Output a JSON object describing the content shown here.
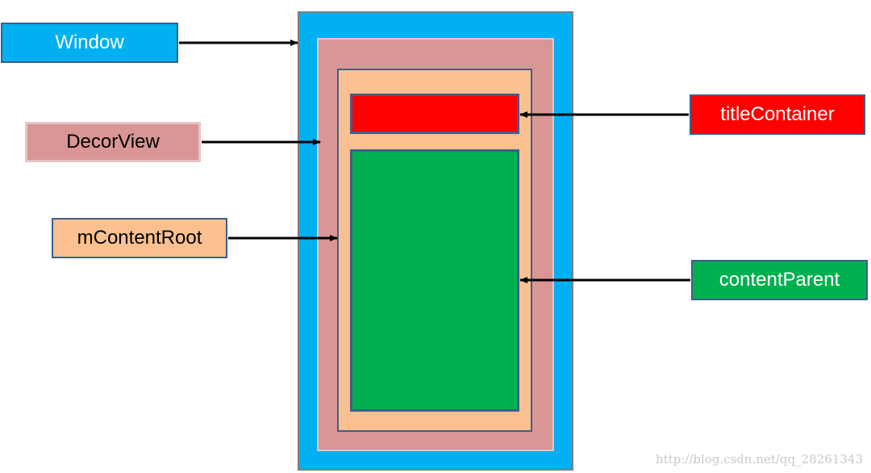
{
  "labels": {
    "window": "Window",
    "decor_view": "DecorView",
    "content_root": "mContentRoot",
    "title_container": "titleContainer",
    "content_parent": "contentParent"
  },
  "watermark": "http://blog.csdn.net/qq_28261343",
  "colors": {
    "window": "#00B0F0",
    "decor_view": "#D99694",
    "content_root": "#FAC090",
    "title_container": "#FF0000",
    "content_parent": "#00B050",
    "border": "#3E5F8A",
    "arrow": "#000000"
  }
}
